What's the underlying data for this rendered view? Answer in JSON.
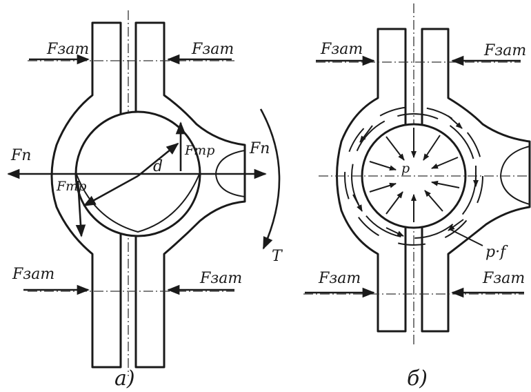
{
  "figure_a": {
    "clamp_top_left": "Fзат",
    "clamp_top_right": "Fзат",
    "clamp_bottom_left": "Fзат",
    "clamp_bottom_right": "Fзат",
    "normal_left": "Fn",
    "normal_right": "Fn",
    "friction_left": "Fтр",
    "friction_right": "Fтр",
    "diameter": "d",
    "torque": "T",
    "caption": "а)"
  },
  "figure_b": {
    "clamp_top_left": "Fзат",
    "clamp_top_right": "Fзат",
    "clamp_bottom_left": "Fзат",
    "clamp_bottom_right": "Fзат",
    "pressure": "p",
    "pressure_friction": "p·f",
    "caption": "б)"
  },
  "colors": {
    "ink": "#1a1a1a",
    "paper": "#ffffff"
  }
}
